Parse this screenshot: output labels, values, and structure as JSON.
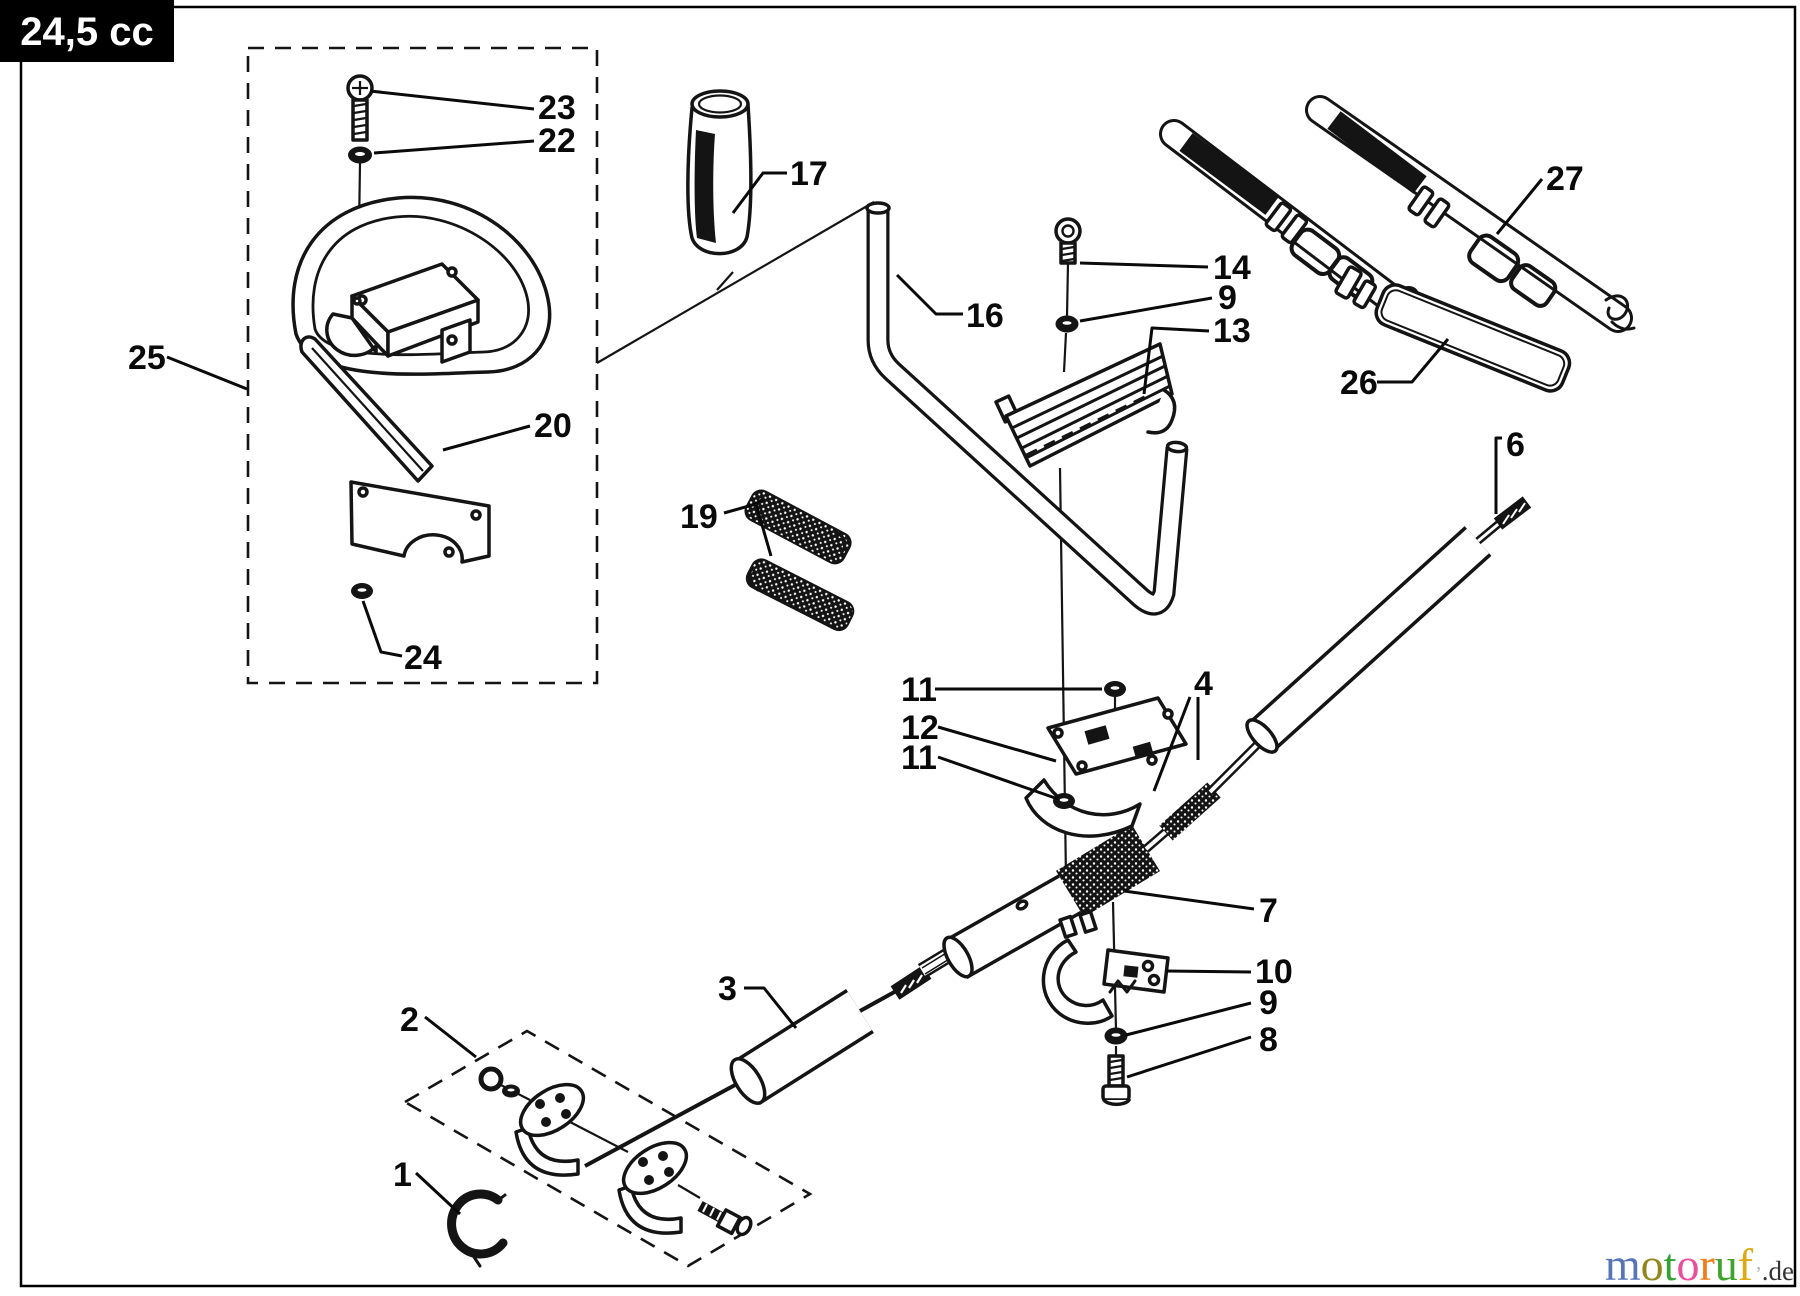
{
  "badge": {
    "text": "24,5 cc",
    "bg": "#000000",
    "fg": "#ffffff"
  },
  "ink_color": "#141414",
  "callouts": [
    {
      "text": "23"
    },
    {
      "text": "22"
    },
    {
      "text": "25"
    },
    {
      "text": "20"
    },
    {
      "text": "24"
    },
    {
      "text": "17"
    },
    {
      "text": "16"
    },
    {
      "text": "14"
    },
    {
      "text": "9"
    },
    {
      "text": "13"
    },
    {
      "text": "27"
    },
    {
      "text": "26"
    },
    {
      "text": "6"
    },
    {
      "text": "19"
    },
    {
      "text": "11"
    },
    {
      "text": "12"
    },
    {
      "text": "11"
    },
    {
      "text": "4"
    },
    {
      "text": "7"
    },
    {
      "text": "10"
    },
    {
      "text": "9"
    },
    {
      "text": "8"
    },
    {
      "text": "3"
    },
    {
      "text": "2"
    },
    {
      "text": "1"
    }
  ],
  "watermark": {
    "letters": [
      {
        "ch": "m",
        "color": "#5575b8"
      },
      {
        "ch": "o",
        "color": "#91871c"
      },
      {
        "ch": "t",
        "color": "#33a133"
      },
      {
        "ch": "o",
        "color": "#ea4f9b"
      },
      {
        "ch": "r",
        "color": "#ef7d1a"
      },
      {
        "ch": "u",
        "color": "#3fa32c"
      },
      {
        "ch": "f",
        "color": "#ddaa11"
      }
    ],
    "tick": "’",
    "tick_color": "#b0b0b0",
    "suffix": ".de",
    "suffix_color": "#333333"
  }
}
